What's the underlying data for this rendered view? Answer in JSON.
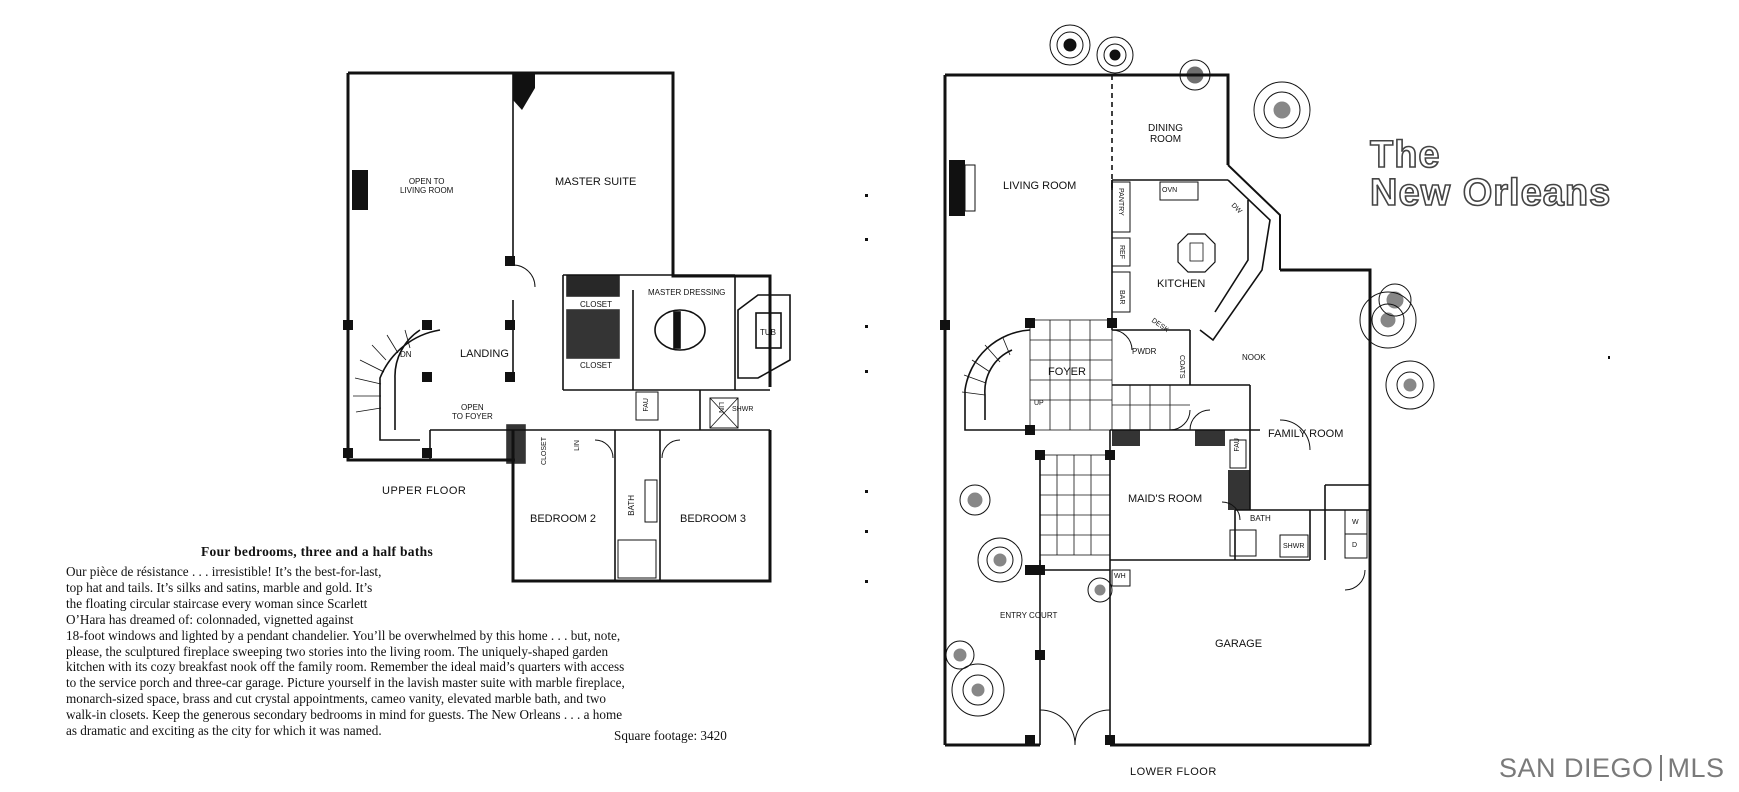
{
  "title": {
    "line1": "The",
    "line2": "New Orleans"
  },
  "upper_floor": {
    "caption": "UPPER FLOOR",
    "labels": {
      "open_to_living": "OPEN TO\nLIVING ROOM",
      "master_suite": "MASTER SUITE",
      "master_dressing": "MASTER DRESSING",
      "closet_top": "CLOSET",
      "closet_mid": "CLOSET",
      "closet_lower": "CLOSET",
      "lin": "LIN",
      "tub": "TUB",
      "dn": "DN",
      "landing": "LANDING",
      "open_to_foyer": "OPEN\nTO FOYER",
      "fau": "FAU",
      "lin2": "LIN",
      "shwr": "SHWR",
      "bath": "BATH",
      "bedroom2": "BEDROOM 2",
      "bedroom3": "BEDROOM 3"
    }
  },
  "lower_floor": {
    "caption": "LOWER FLOOR",
    "labels": {
      "dining_room": "DINING\nROOM",
      "living_room": "LIVING ROOM",
      "pantry": "PANTRY",
      "ovn": "OVN",
      "dw": "DW",
      "ref": "REF",
      "kitchen": "KITCHEN",
      "bar": "BAR",
      "foyer": "FOYER",
      "up": "UP",
      "pwdr": "PWDR",
      "coats": "COATS",
      "desk": "DESK",
      "nook": "NOOK",
      "family_room": "FAMILY ROOM",
      "fau": "FAU",
      "maids_room": "MAID'S ROOM",
      "bath": "BATH",
      "shwr": "SHWR",
      "w": "W",
      "d": "D",
      "wh": "WH",
      "entry_court": "ENTRY COURT",
      "garage": "GARAGE"
    }
  },
  "headline": "Four bedrooms, three and a half baths",
  "description": [
    "Our pièce de résistance . . . irresistible! It’s the best-for-last,",
    "top hat and tails. It’s silks and satins, marble and gold. It’s",
    "the floating circular staircase every woman since Scarlett",
    "O’Hara has dreamed of: colonnaded, vignetted against",
    "18-foot windows and lighted by a pendant chandelier. You’ll be overwhelmed by this home . . . but, note,",
    "please, the sculptured fireplace sweeping two stories into the living room. The uniquely-shaped garden",
    "kitchen with its cozy breakfast nook off the family room. Remember the ideal maid’s quarters with access",
    "to the service porch and three-car garage. Picture yourself in the lavish master suite with marble fireplace,",
    "monarch-sized space, brass and cut crystal appointments, cameo vanity, elevated marble bath, and two",
    "walk-in closets. Keep the generous secondary bedrooms in mind for guests. The New Orleans . . . a home",
    "as dramatic and exciting as the city for which it was named."
  ],
  "square_footage": "Square footage: 3420",
  "watermark": {
    "left": "SAN DIEGO",
    "right": "MLS"
  },
  "colors": {
    "ink": "#111111",
    "watermark": "#7a7a7a",
    "title_outline": "#444444"
  },
  "icons": [
    "staircase-icon",
    "fireplace-icon",
    "tree-icon",
    "sink-icon",
    "tub-icon"
  ]
}
